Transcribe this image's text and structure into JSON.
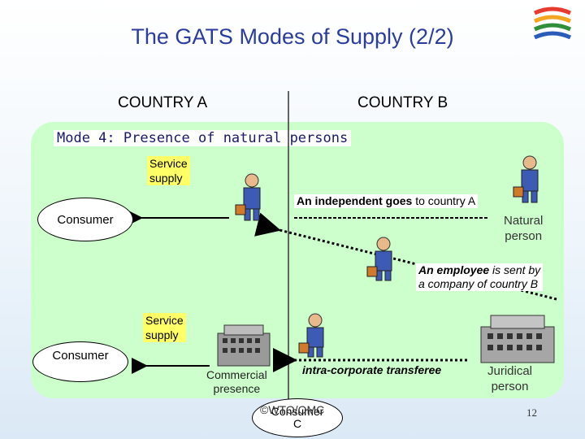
{
  "title": "The GATS Modes of Supply (2/2)",
  "country_a": "COUNTRY A",
  "country_b": "COUNTRY B",
  "mode_label": "Mode 4: Presence of natural persons",
  "service_supply_1": "Service\nsupply",
  "service_supply_2": "Service\nsupply",
  "consumer_1": "Consumer",
  "consumer_2": "Consumer",
  "independent": {
    "bold": "An independent goes",
    "rest": " to country A"
  },
  "natural_person": "Natural\nperson",
  "employee": {
    "bold": "An employee",
    "rest": " is sent by\na company of  country B"
  },
  "commercial_presence": "Commercial\npresence",
  "intra_corporate": "intra-corporate transferee",
  "juridical_person": "Juridical\nperson",
  "consumer_c": "Consumer\nC",
  "copyright": "©WTO/OMC",
  "page_number": "12",
  "colors": {
    "title": "#2b3d9c",
    "panel": "#ccffcc",
    "yellow": "#ffff66",
    "logo": [
      "#e63b2e",
      "#f2a623",
      "#2f8f3a",
      "#2a5cb8"
    ]
  }
}
